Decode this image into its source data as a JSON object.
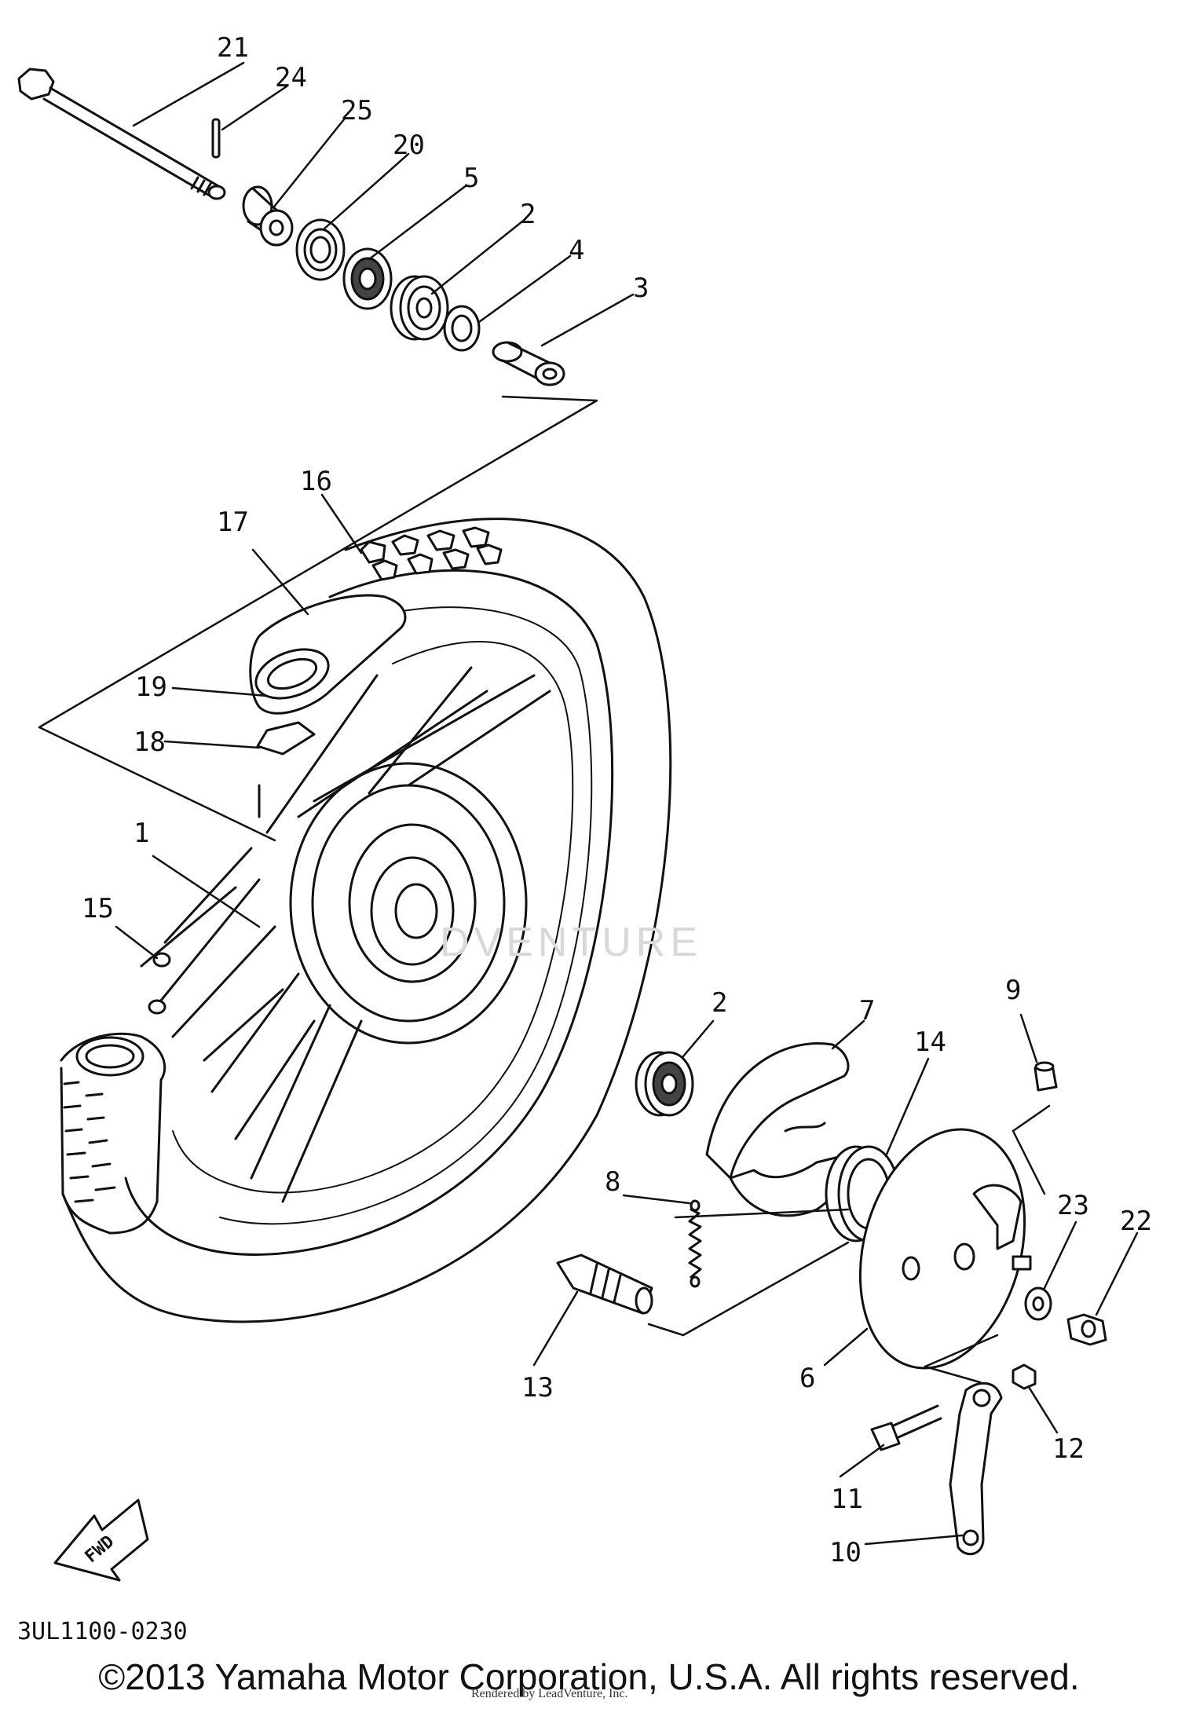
{
  "diagram": {
    "watermark_text": "DVENTURE",
    "fwd_label": "FWD",
    "diagram_code": "3UL1100-0230",
    "copyright": "©2013 Yamaha Motor Corporation, U.S.A. All rights reserved.",
    "render_credit": "Rendered by LeadVenture, Inc.",
    "callouts": [
      "21",
      "24",
      "25",
      "20",
      "5",
      "2",
      "4",
      "3",
      "16",
      "17",
      "19",
      "18",
      "1",
      "15",
      "2",
      "7",
      "14",
      "9",
      "8",
      "23",
      "22",
      "13",
      "6",
      "12",
      "11",
      "10"
    ]
  }
}
